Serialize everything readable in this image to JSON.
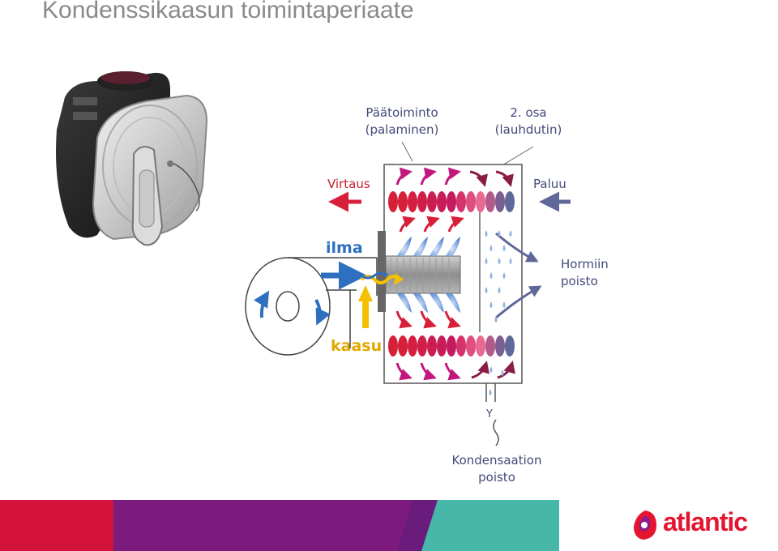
{
  "title": "Kondenssikaasun toimintaperiaate",
  "labels": {
    "paatoiminto": [
      "Päätoiminto",
      "(palaminen)"
    ],
    "osa2": [
      "2. osa",
      "(lauhdutin)"
    ],
    "virtaus": "Virtaus",
    "paluu": "Paluu",
    "ilma": "ilma",
    "kaasu": "kaasu",
    "hormiin": [
      "Hormiin",
      "poisto"
    ],
    "kondensaatio": [
      "Kondensaation",
      "poisto"
    ],
    "drain_symbol": "Y"
  },
  "logo": {
    "text": "atlantic"
  },
  "colors": {
    "hot": "#d81f3a",
    "warm": "#c2187e",
    "cool": "#5f6899",
    "air": "#2f6fc0",
    "gas": "#f5c000",
    "drop": "#7fa6da"
  }
}
